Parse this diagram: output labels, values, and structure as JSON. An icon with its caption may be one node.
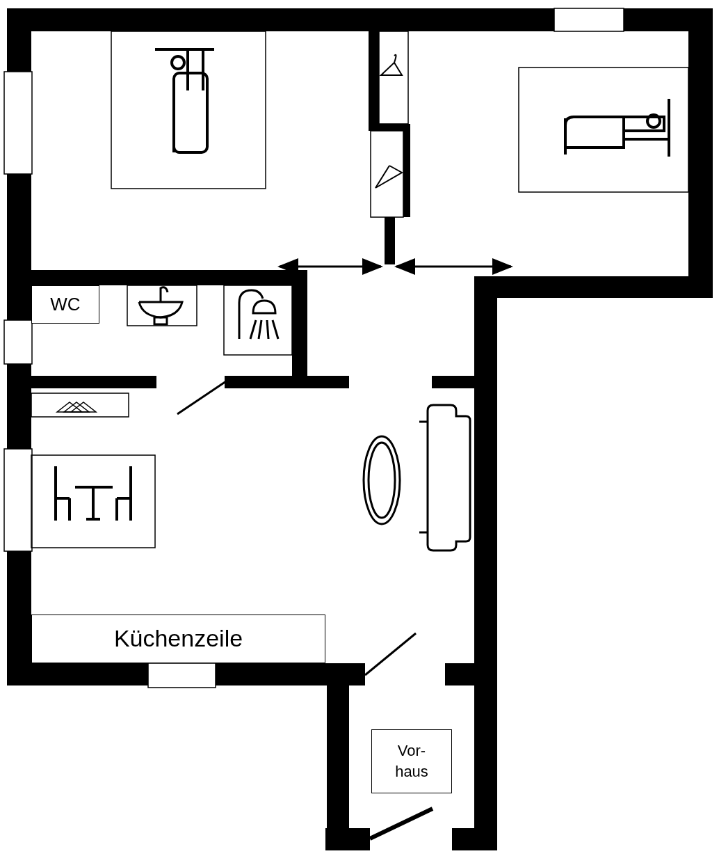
{
  "diagram": {
    "nodes": [
      {
        "text": [
          "WC"
        ]
      },
      {
        "text": [
          "Küchenzeile"
        ]
      },
      {
        "text": [
          "Vor- haus"
        ]
      }
    ]
  }
}
